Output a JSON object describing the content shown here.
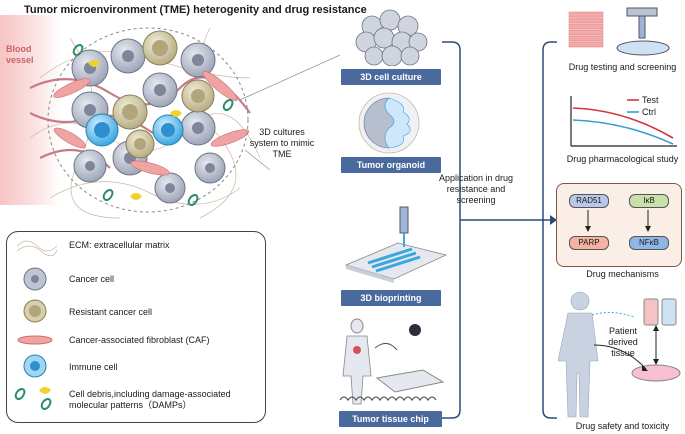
{
  "title": "Tumor microenvironment (TME) heterogenity and drug resistance",
  "blood_vessel": "Blood vessel",
  "legend": {
    "ecm": "ECM: extracellular matrix",
    "cancer_cell": "Cancer cell",
    "resistant": "Resistant cancer cell",
    "caf": "Cancer-associated fibroblast (CAF)",
    "immune": "Immune cell",
    "debris_line1": "Cell debris,including damage-associated",
    "debris_line2": "molecular patterns（DAMPs）"
  },
  "mid_label": "3D cultures system to mimic TME",
  "models": {
    "culture": "3D cell culture",
    "organoid": "Tumor organoid",
    "bioprinting": "3D bioprinting",
    "chip": "Tumor tissue chip"
  },
  "application": "Application in drug resistance and screening",
  "right": {
    "testing": "Drug testing and screening",
    "pharm": "Drug pharmacological study",
    "test_legend": "Test",
    "ctrl_legend": "Ctrl",
    "mechanisms": "Drug mechanisms",
    "rad51": "RAD51",
    "ikb": "IκB",
    "parp": "PARP",
    "nfkb": "NFκB",
    "patient": "Patient derived tissue",
    "safety": "Drug safety and toxicity"
  },
  "colors": {
    "btn": "#4a6a9e",
    "test": "#d0383d",
    "ctrl": "#3a9ecf",
    "rad51": "#b9c7e8",
    "ikb": "#c9e0a8",
    "parp": "#f3b3a0",
    "nfkb": "#8fb7e6"
  }
}
